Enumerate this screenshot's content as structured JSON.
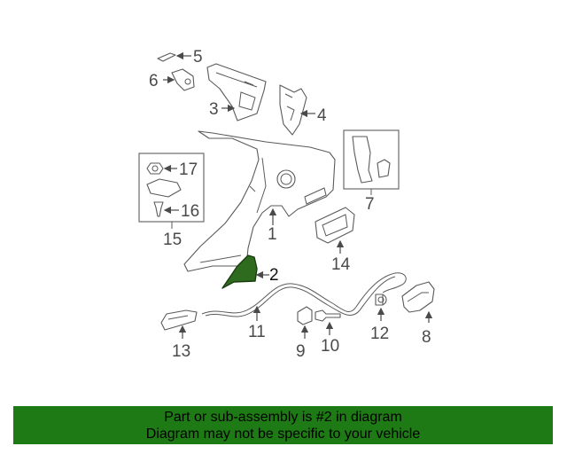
{
  "diagram": {
    "highlight_color": "#2f6b1e",
    "labels": {
      "p1": "1",
      "p2": "2",
      "p3": "3",
      "p4": "4",
      "p5": "5",
      "p6": "6",
      "p7": "7",
      "p8": "8",
      "p9": "9",
      "p10": "10",
      "p11": "11",
      "p12": "12",
      "p13": "13",
      "p14": "14",
      "p15": "15",
      "p16": "16",
      "p17": "17"
    }
  },
  "banner": {
    "color": "#1e7a14",
    "line1": "Part or sub-assembly is #2 in diagram",
    "line2": "Diagram may not be specific to your vehicle"
  }
}
